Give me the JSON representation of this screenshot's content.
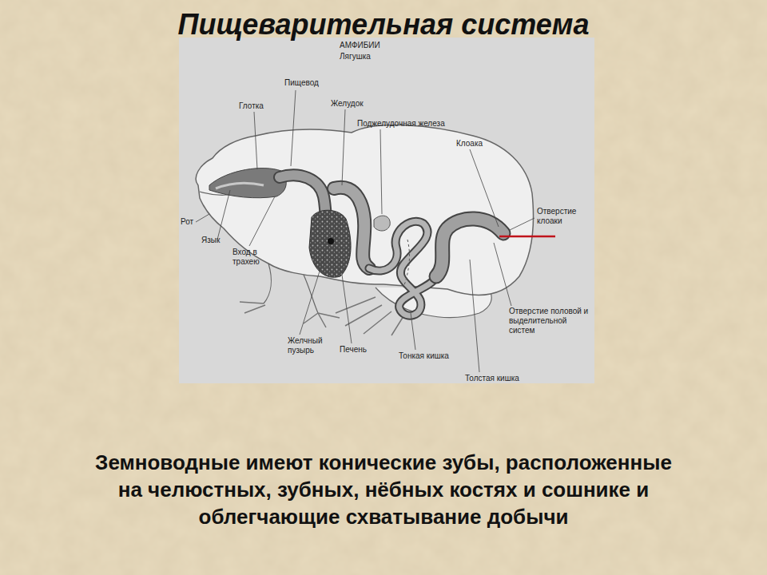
{
  "diagram": {
    "title": "Пищеварительная система",
    "caption": "Земноводные имеют конические зубы, расположенные на челюстных, зубных, нёбных костях и сошнике и облегчающие схватывание добычи",
    "labels": [
      "АМФИБИИ",
      "Лягушка",
      "Пищевод",
      "Глотка",
      "Желудок",
      "Поджелудочная железа",
      "Клоака",
      "Рот",
      "Язык",
      "Вход в трахею",
      "Отверстие клоаки",
      "Отверстие половой и выделительной систем",
      "Желчный пузырь",
      "Печень",
      "Тонкая кишка",
      "Толстая кишка"
    ]
  }
}
